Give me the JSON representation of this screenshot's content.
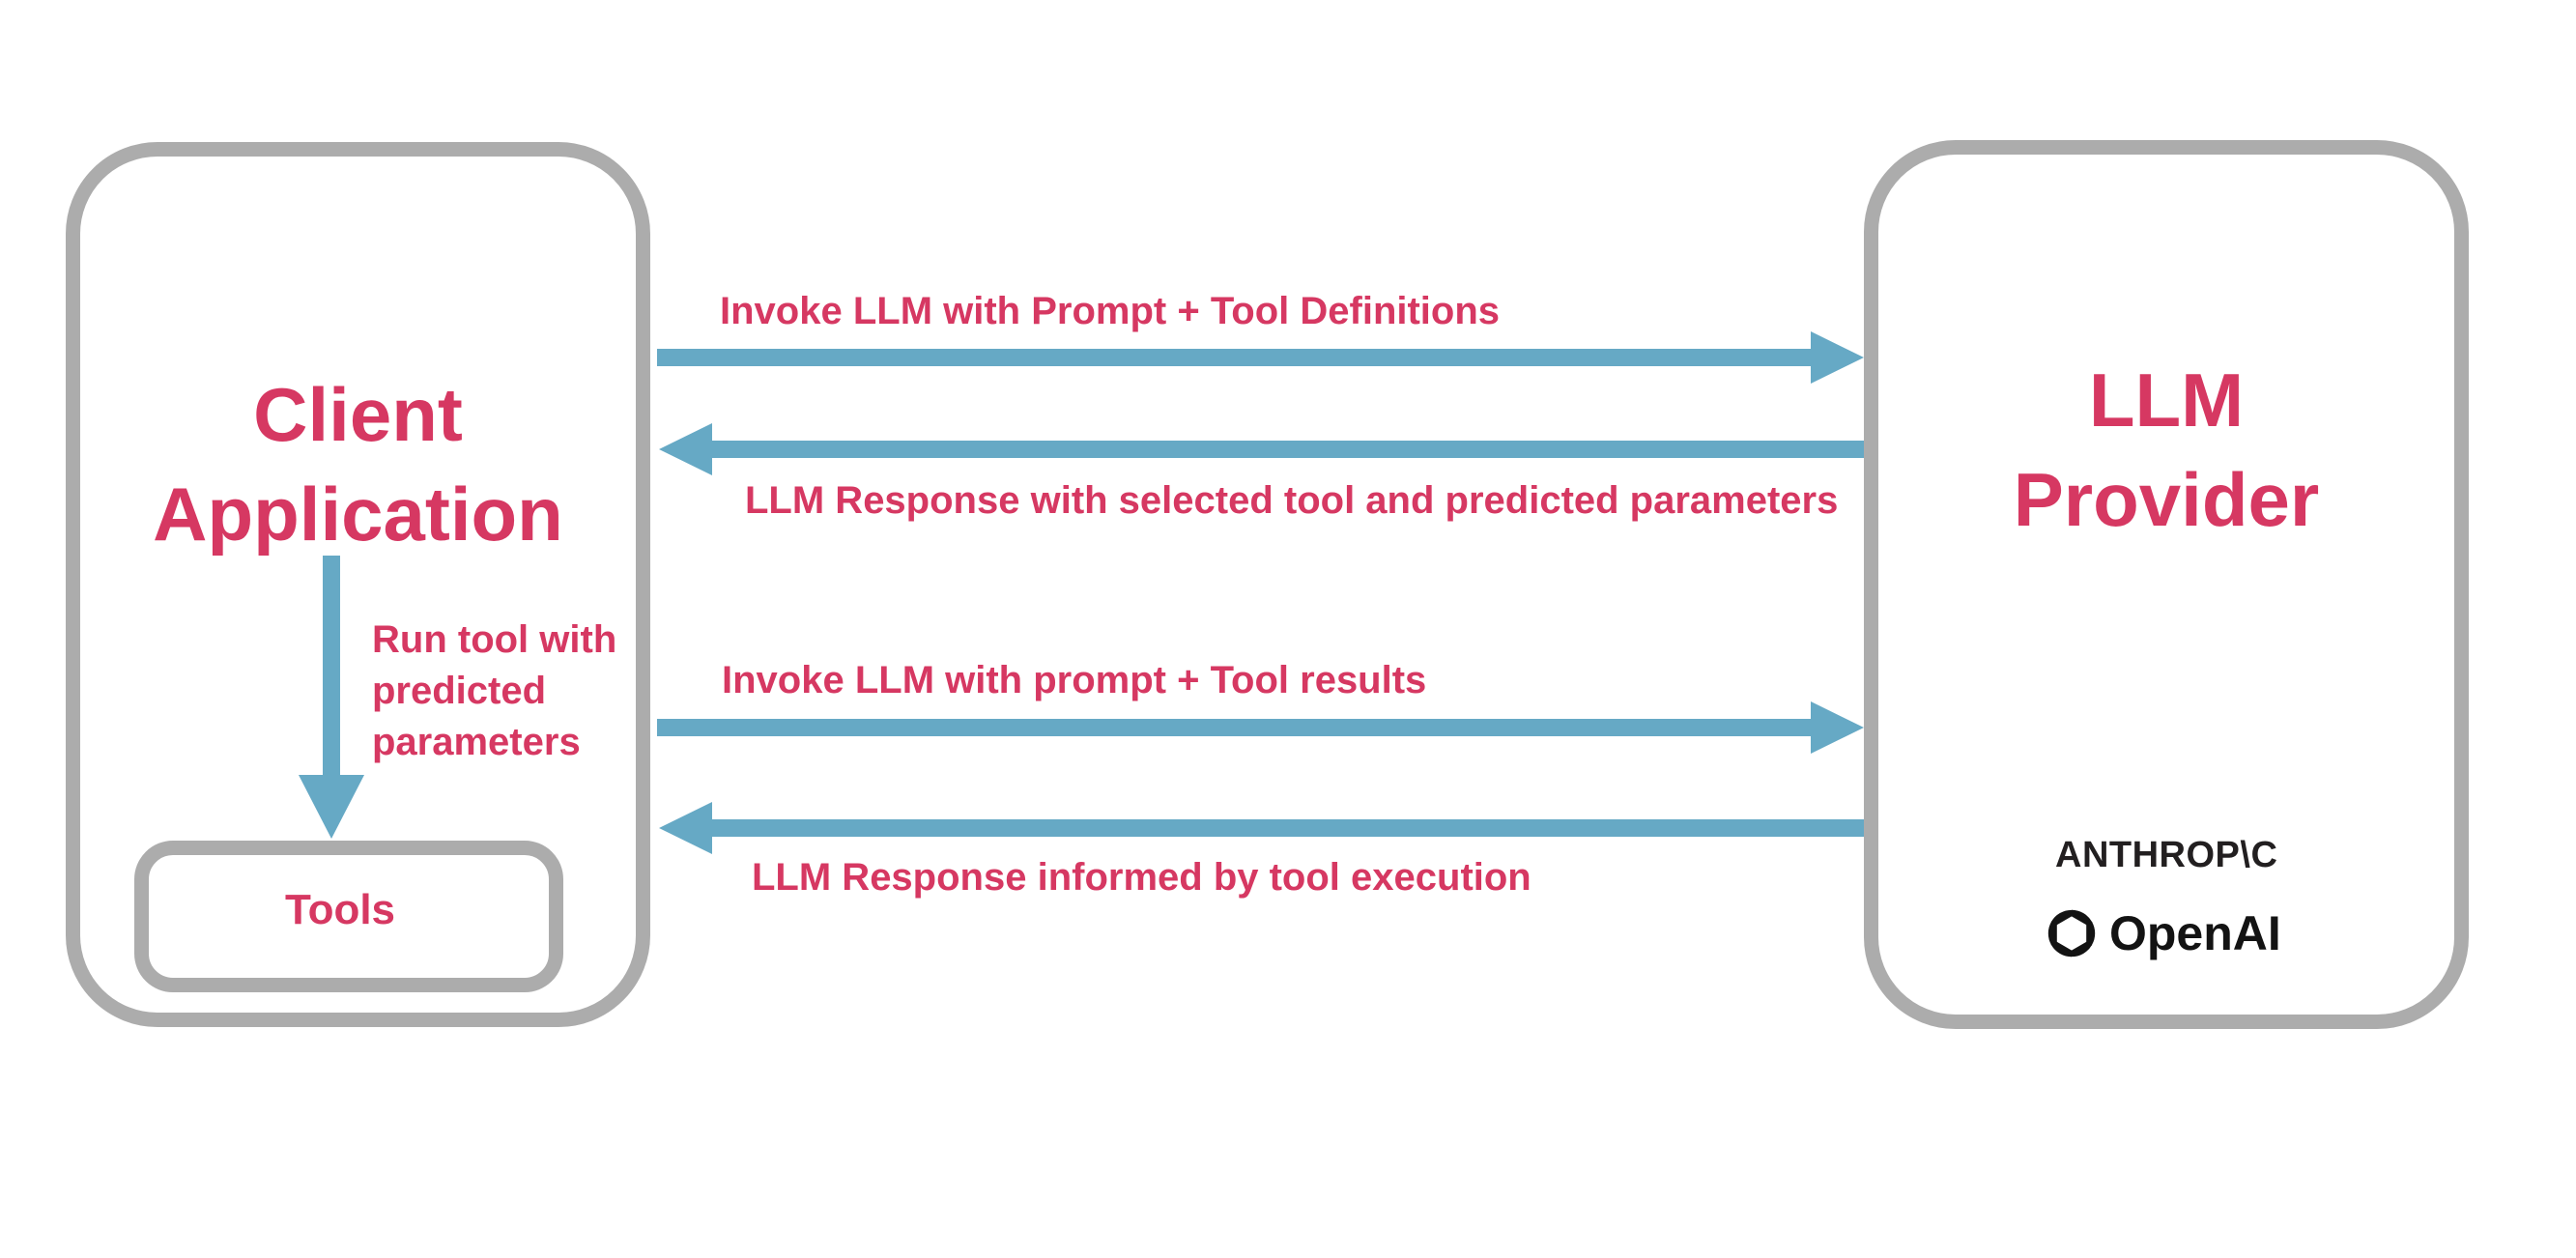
{
  "diagram": {
    "client_box": {
      "title_line1": "Client",
      "title_line2": "Application",
      "run_tool_label": "Run tool with predicted parameters",
      "tools_label": "Tools"
    },
    "llm_box": {
      "title_line1": "LLM",
      "title_line2": "Provider",
      "anthropic_wordmark": "ANTHROP\\C",
      "openai_wordmark": "OpenAI"
    },
    "arrows": [
      {
        "label": "Invoke LLM with Prompt + Tool Definitions",
        "direction": "right",
        "from": "Client Application",
        "to": "LLM Provider"
      },
      {
        "label": "LLM Response with selected tool and predicted parameters",
        "direction": "left",
        "from": "LLM Provider",
        "to": "Client Application"
      },
      {
        "label": "Invoke LLM with prompt + Tool results",
        "direction": "right",
        "from": "Client Application",
        "to": "LLM Provider"
      },
      {
        "label": "LLM Response informed by tool execution",
        "direction": "left",
        "from": "LLM Provider",
        "to": "Client Application"
      },
      {
        "label": "Run tool with predicted parameters",
        "direction": "down",
        "from": "Client Application",
        "to": "Tools"
      }
    ],
    "colors": {
      "accent_pink": "#d63862",
      "arrow_blue": "#66a9c5",
      "border_gray": "#acacac",
      "logo_black": "#221f20",
      "background": "#ffffff"
    }
  }
}
